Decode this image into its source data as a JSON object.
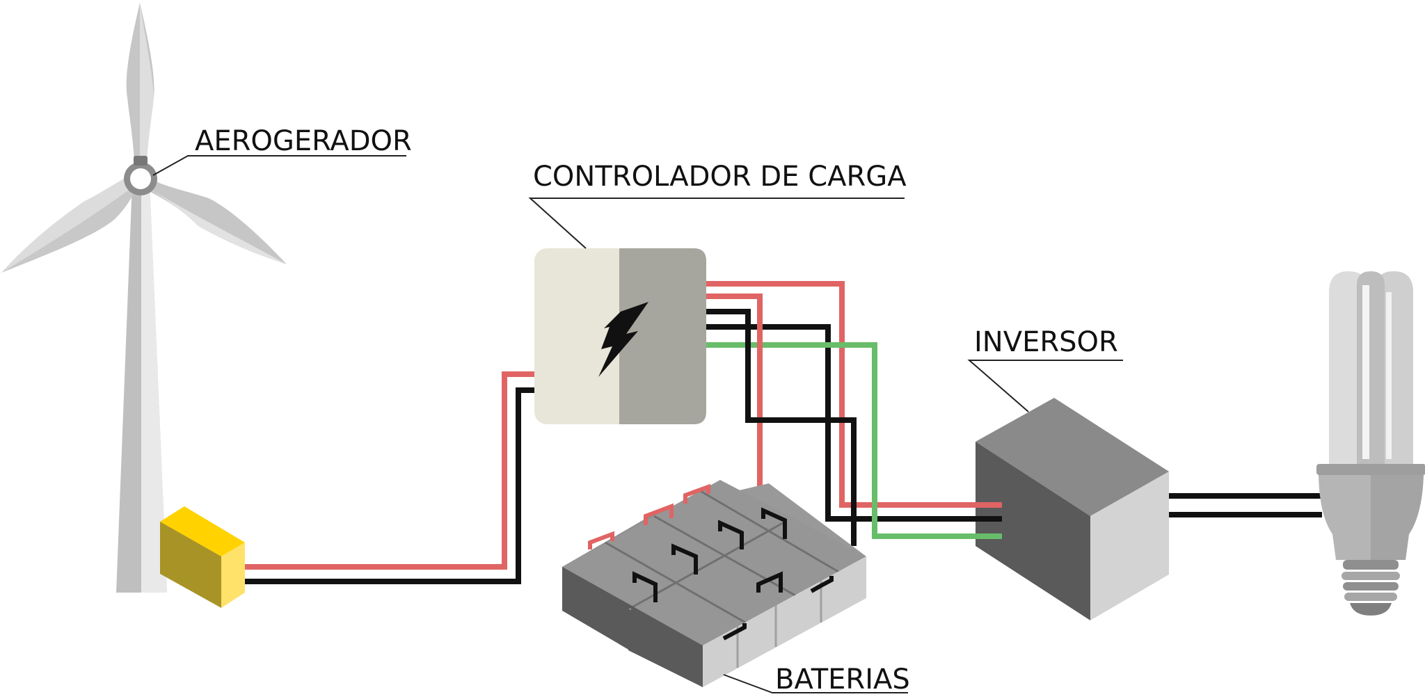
{
  "labels": {
    "aerogerador": "AEROGERADOR",
    "controlador": "CONTROLADOR DE CARGA",
    "inversor": "INVERSOR",
    "baterias": "BATERIAS"
  },
  "colors": {
    "positive_wire": "#e06464",
    "negative_wire": "#111111",
    "ac_wire": "#68bd6a",
    "generator": "#ffd200",
    "controller_left": "#e7e6d8",
    "controller_right": "#a6a69e",
    "inverter": "#8a8a8a",
    "battery": "#8f8f8f"
  },
  "icons": {
    "turbine": "wind-turbine-icon",
    "generator": "generator-box-icon",
    "controller": "lightning-bolt-icon",
    "batteries": "battery-bank-icon",
    "inverter": "inverter-box-icon",
    "lamp": "cfl-lamp-icon"
  }
}
